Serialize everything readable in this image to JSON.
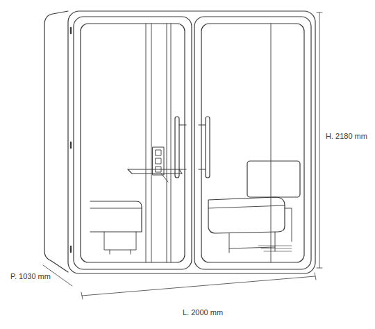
{
  "diagram": {
    "labels": [
      "H. 2180 mm",
      "P. 1030 mm",
      "L. 2000 mm"
    ]
  }
}
